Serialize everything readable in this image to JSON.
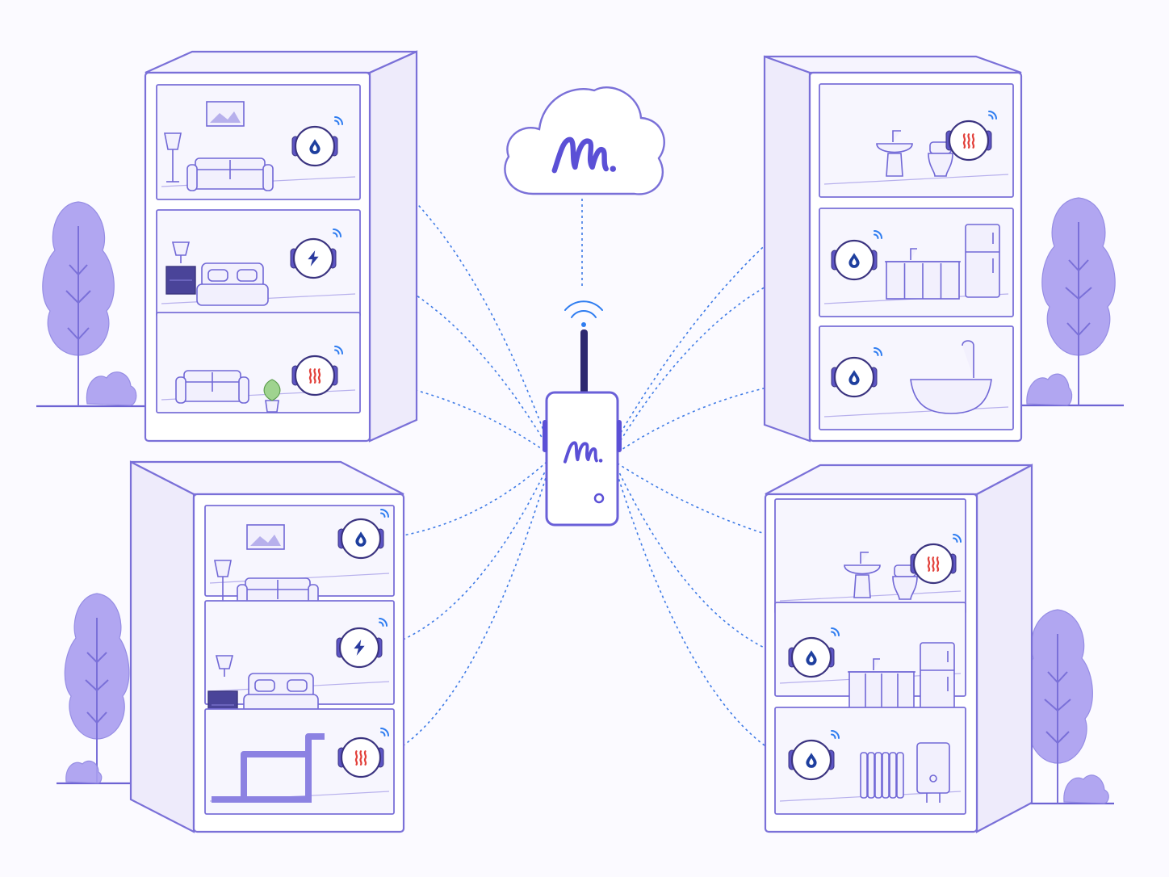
{
  "colors": {
    "line": "#3f7be6",
    "outline": "#7a70d8",
    "accent": "#5b50d6",
    "water": "#1e3f9e",
    "power": "#2a3a9e",
    "heat": "#e2413a",
    "wifi": "#2f7df0"
  },
  "cloud": {
    "icon": "brand-logo"
  },
  "gateway": {
    "icon": "brand-logo",
    "antenna": true,
    "signal": "wifi-icon"
  },
  "buildings": [
    {
      "id": "top-left",
      "floors": [
        {
          "room": "living-room",
          "items": [
            "floor-lamp-icon",
            "sofa-icon",
            "wall-picture-icon"
          ],
          "sensor": "water"
        },
        {
          "room": "bedroom",
          "items": [
            "table-lamp-icon",
            "nightstand-icon",
            "bed-icon"
          ],
          "sensor": "power"
        },
        {
          "room": "lounge",
          "items": [
            "sofa-icon",
            "potted-plant-icon"
          ],
          "sensor": "heat"
        }
      ]
    },
    {
      "id": "top-right",
      "floors": [
        {
          "room": "bathroom",
          "items": [
            "sink-icon",
            "toilet-icon"
          ],
          "sensor": "heat"
        },
        {
          "room": "kitchen",
          "items": [
            "kitchen-cabinet-icon",
            "fridge-icon"
          ],
          "sensor": "water"
        },
        {
          "room": "bath",
          "items": [
            "bathtub-icon"
          ],
          "sensor": "water"
        }
      ]
    },
    {
      "id": "bottom-left",
      "floors": [
        {
          "room": "living-room",
          "items": [
            "floor-lamp-icon",
            "sofa-icon",
            "wall-picture-icon"
          ],
          "sensor": "water"
        },
        {
          "room": "bedroom",
          "items": [
            "table-lamp-icon",
            "nightstand-icon",
            "bed-icon"
          ],
          "sensor": "power"
        },
        {
          "room": "utility",
          "items": [
            "pipes-icon"
          ],
          "sensor": "heat"
        }
      ]
    },
    {
      "id": "bottom-right",
      "floors": [
        {
          "room": "bathroom",
          "items": [
            "sink-icon",
            "toilet-icon"
          ],
          "sensor": "heat"
        },
        {
          "room": "kitchen",
          "items": [
            "kitchen-cabinet-icon",
            "fridge-icon"
          ],
          "sensor": "water"
        },
        {
          "room": "boiler-room",
          "items": [
            "radiator-icon",
            "boiler-icon"
          ],
          "sensor": "water"
        }
      ]
    }
  ]
}
